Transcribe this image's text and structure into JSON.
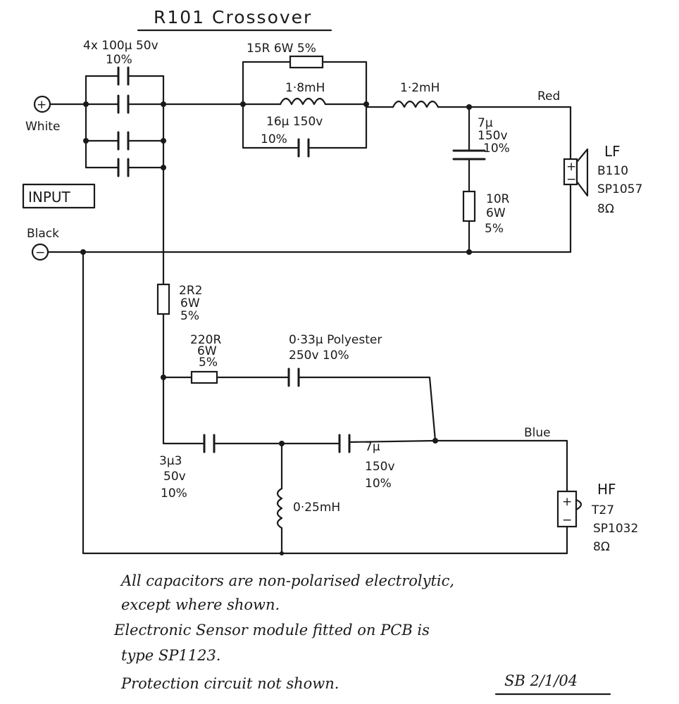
{
  "title": "R101 Crossover",
  "input": {
    "label": "INPUT",
    "positive_wire": "White",
    "negative_wire": "Black",
    "positive_symbol": "+",
    "negative_symbol": "−"
  },
  "lf_section": {
    "input_caps": {
      "line1": "4x 100µ 50v",
      "line2": "10%"
    },
    "resistor_15r": "15R 6W 5%",
    "inductor_1_8mh": "1·8mH",
    "cap_16u": {
      "line1": "16µ 150v",
      "line2": "10%"
    },
    "inductor_1_2mh": "1·2mH",
    "wire_red": "Red",
    "cap_7u": {
      "line1": "7µ",
      "line2": "150v",
      "line3": "10%"
    },
    "resistor_10r": {
      "line1": "10R",
      "line2": "6W",
      "line3": "5%"
    },
    "driver": {
      "line1": "LF",
      "line2": "B110",
      "line3": "SP1057",
      "line4": "8Ω"
    },
    "driver_plus": "+",
    "driver_minus": "−"
  },
  "hf_section": {
    "resistor_2r2": {
      "line1": "2R2",
      "line2": "6W",
      "line3": "5%"
    },
    "resistor_220r": {
      "line1": "220R",
      "line2": "6W",
      "line3": "5%"
    },
    "cap_033u": {
      "line1": "0·33µ Polyester",
      "line2": "250v 10%"
    },
    "cap_3u3": {
      "line1": "3µ3",
      "line2": "50v",
      "line3": "10%"
    },
    "cap_7u": {
      "line1": "7µ",
      "line2": "150v",
      "line3": "10%"
    },
    "inductor_025mh": "0·25mH",
    "wire_blue": "Blue",
    "driver": {
      "line1": "HF",
      "line2": "T27",
      "line3": "SP1032",
      "line4": "8Ω"
    },
    "driver_plus": "+",
    "driver_minus": "−"
  },
  "notes": [
    "All capacitors are non-polarised electrolytic,",
    "except where shown.",
    "Electronic Sensor module fitted on PCB is",
    "type SP1123.",
    "Protection circuit not shown."
  ],
  "signature": "SB 2/1/04"
}
